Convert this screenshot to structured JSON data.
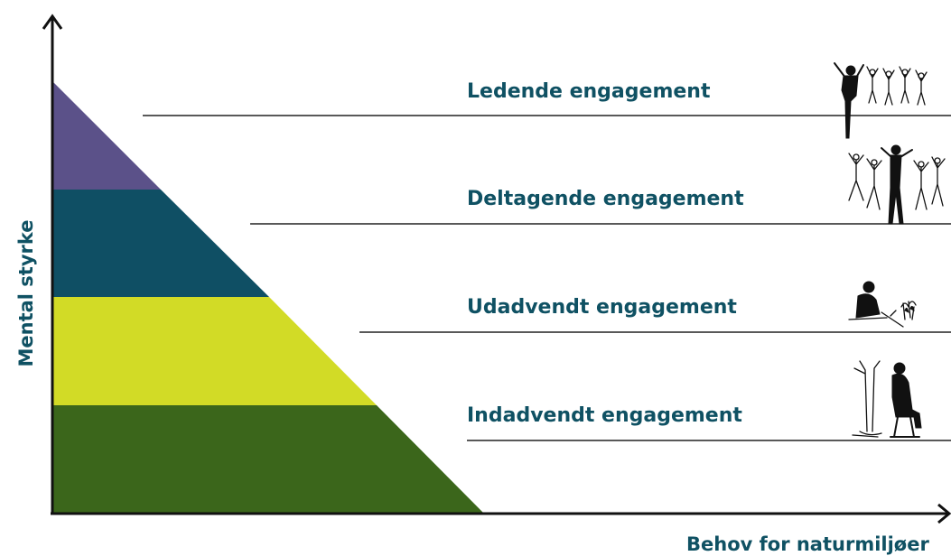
{
  "y_axis_label": "Mental styrke",
  "x_axis_label": "Behov for naturmiljøer",
  "levels": [
    {
      "label": "Ledende engagement",
      "color": "#5b5189",
      "icon": "people-celebrating-icon"
    },
    {
      "label": "Deltagende engagement",
      "color": "#0f4f64",
      "icon": "people-dancing-icon"
    },
    {
      "label": "Udadvendt engagement",
      "color": "#d2db26",
      "icon": "person-sitting-by-plants-icon"
    },
    {
      "label": "Indadvendt engagement",
      "color": "#3b661b",
      "icon": "person-resting-by-tree-icon"
    }
  ]
}
